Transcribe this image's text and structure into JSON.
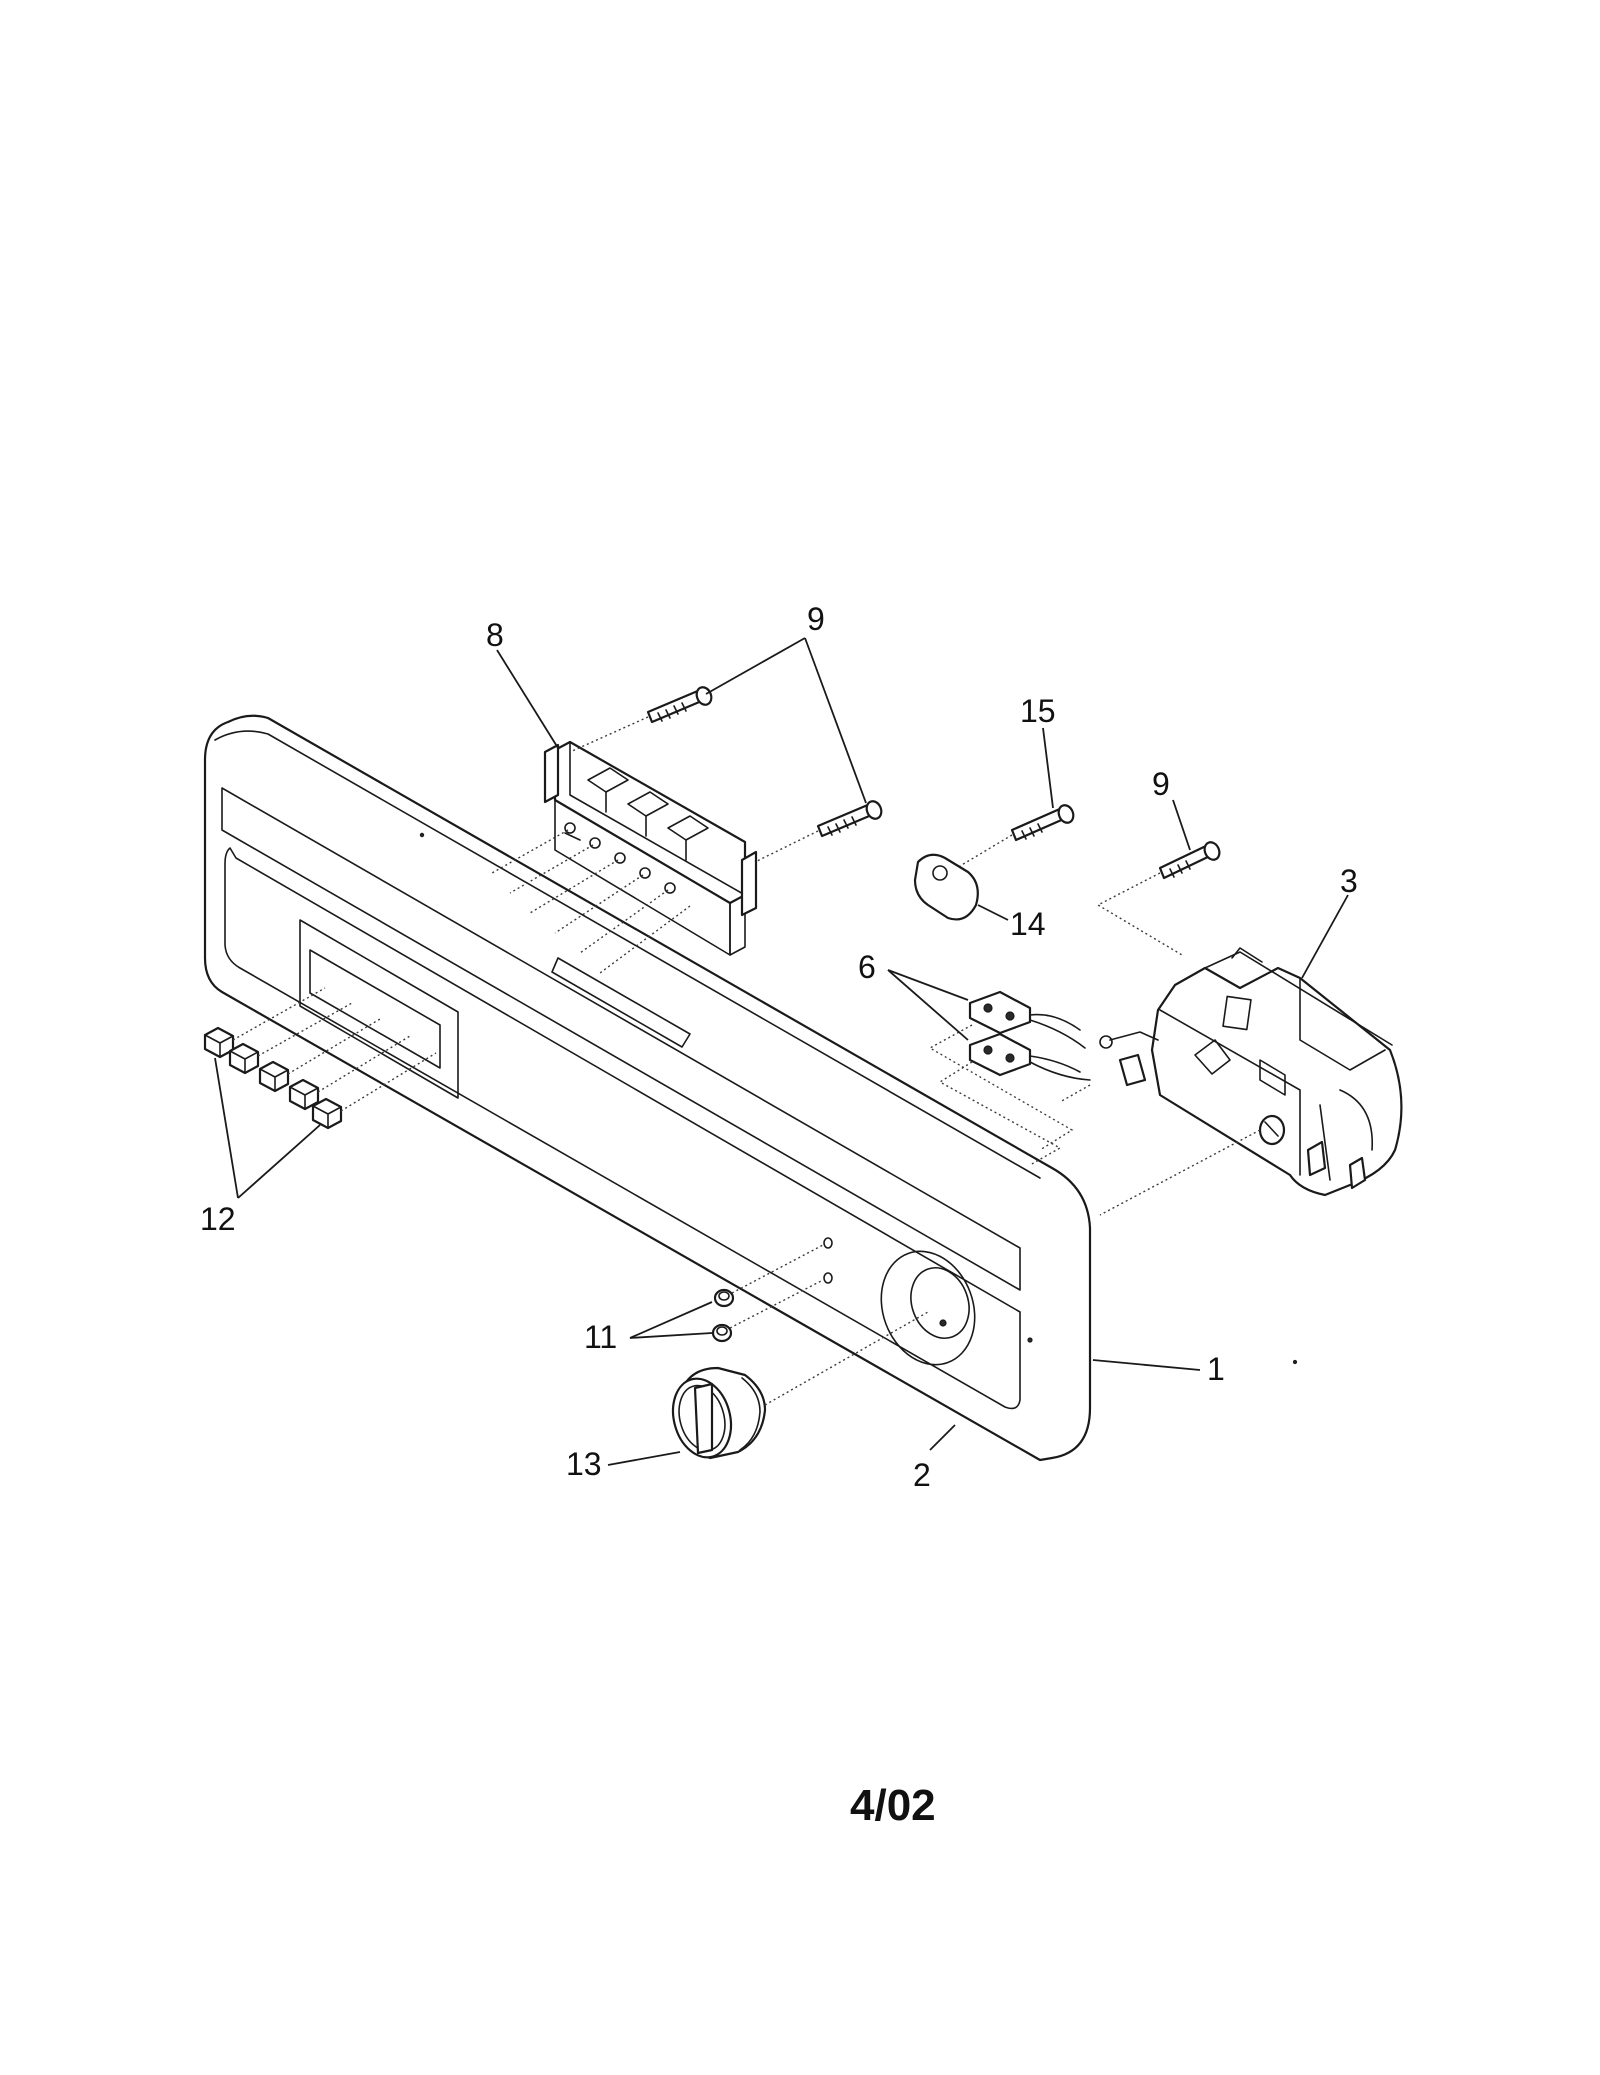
{
  "callouts": {
    "c1": "1",
    "c2": "2",
    "c3": "3",
    "c6": "6",
    "c8": "8",
    "c9_top": "9",
    "c9_right": "9",
    "c11": "11",
    "c12": "12",
    "c13": "13",
    "c14": "14",
    "c15": "15"
  },
  "date_stamp": "4/02"
}
